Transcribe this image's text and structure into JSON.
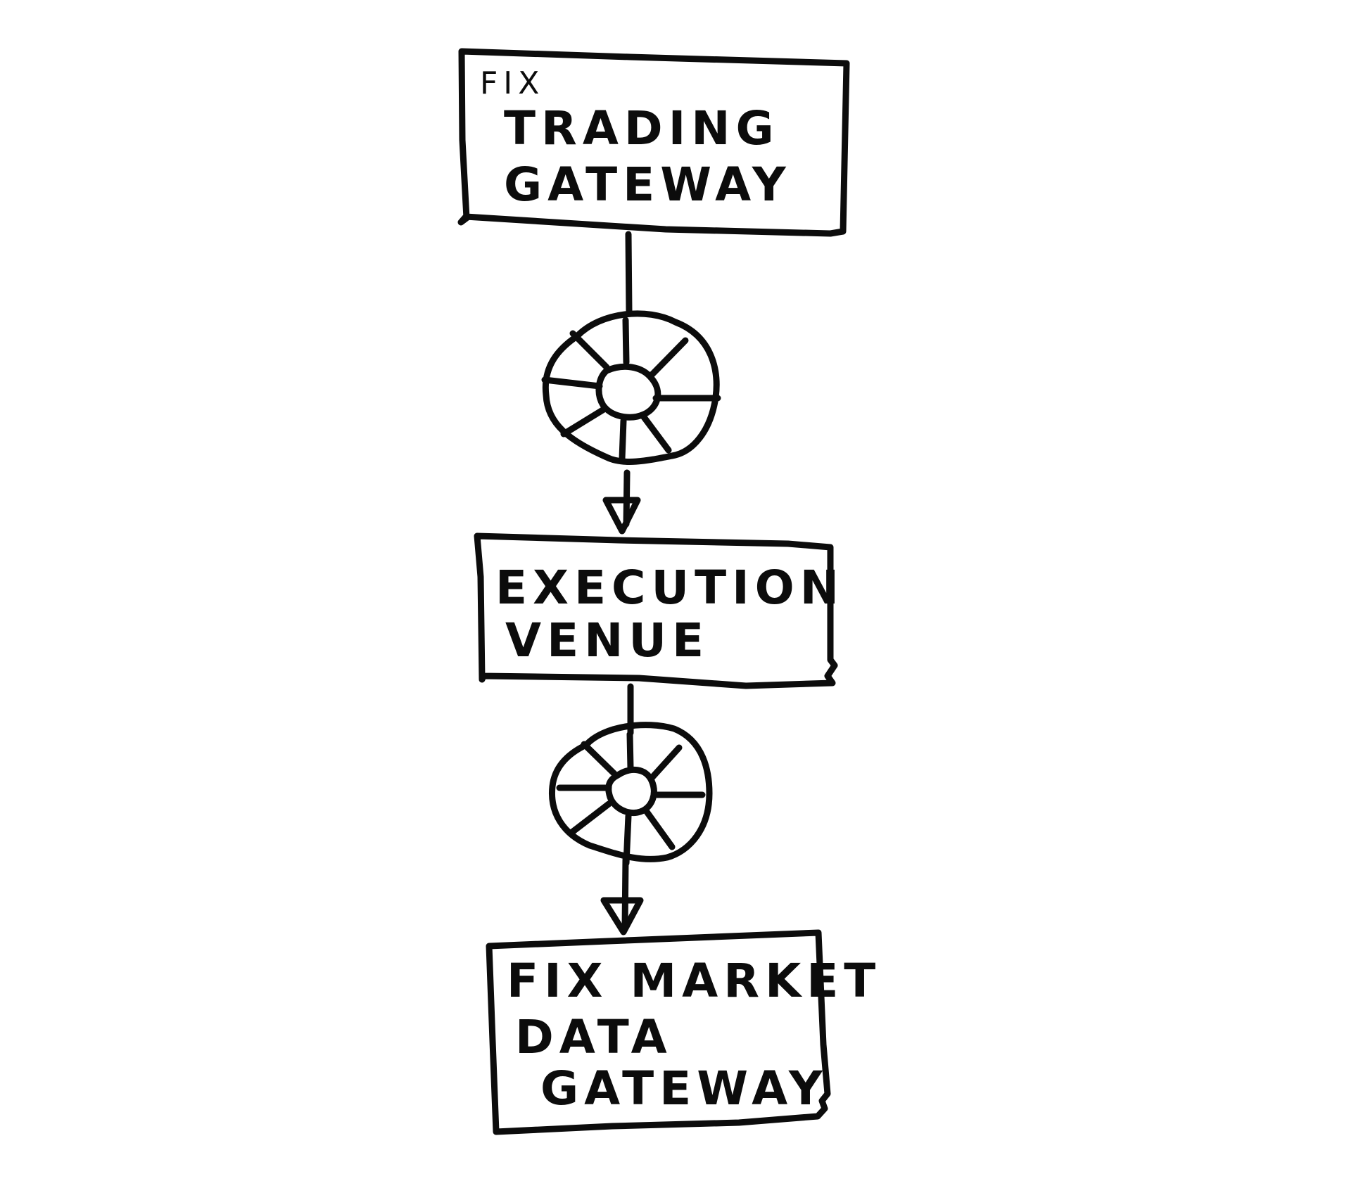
{
  "nodes": {
    "trading_gateway": {
      "line1": "FIX",
      "line2": "TRADING",
      "line3": "GATEWAY"
    },
    "execution_venue": {
      "line1": "EXECUTION",
      "line2": "VENUE"
    },
    "market_data_gateway": {
      "line1": "FIX MARKET",
      "line2": "DATA",
      "line3": "GATEWAY"
    }
  },
  "connectors": [
    {
      "from": "trading_gateway",
      "to": "execution_venue",
      "icon": "pipe-valve-wheel-icon"
    },
    {
      "from": "execution_venue",
      "to": "market_data_gateway",
      "icon": "pipe-valve-wheel-icon"
    }
  ],
  "colors": {
    "ink": "#0c0c0c",
    "background": "#ffffff"
  }
}
